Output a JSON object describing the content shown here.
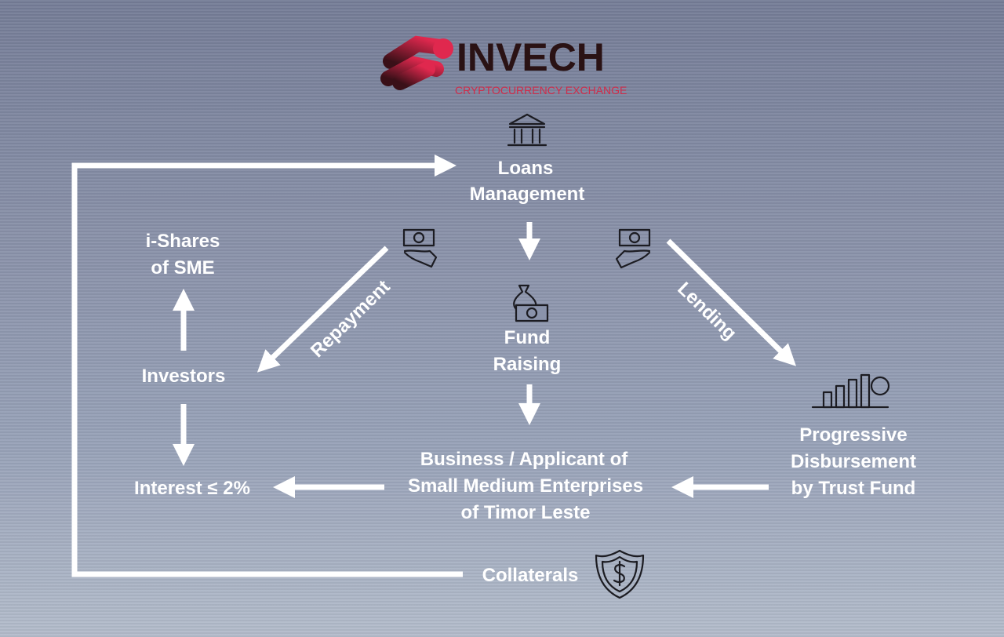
{
  "logo": {
    "name": "INVECH",
    "tagline": "CRYPTOCURRENCY EXCHANGE"
  },
  "nodes": {
    "loans": [
      "Loans",
      "Management"
    ],
    "fund": [
      "Fund",
      "Raising"
    ],
    "business": [
      "Business / Applicant of",
      "Small Medium Enterprises",
      "of Timor Leste"
    ],
    "ishares": [
      "i-Shares",
      "of SME"
    ],
    "investors": "Investors",
    "interest": "Interest ≤ 2%",
    "progressive": [
      "Progressive",
      "Disbursement",
      "by Trust Fund"
    ],
    "collaterals": "Collaterals"
  },
  "edges": {
    "repayment": "Repayment",
    "lending": "Lending"
  },
  "colors": {
    "brand": "#d02c4a",
    "text": "#ffffff"
  }
}
